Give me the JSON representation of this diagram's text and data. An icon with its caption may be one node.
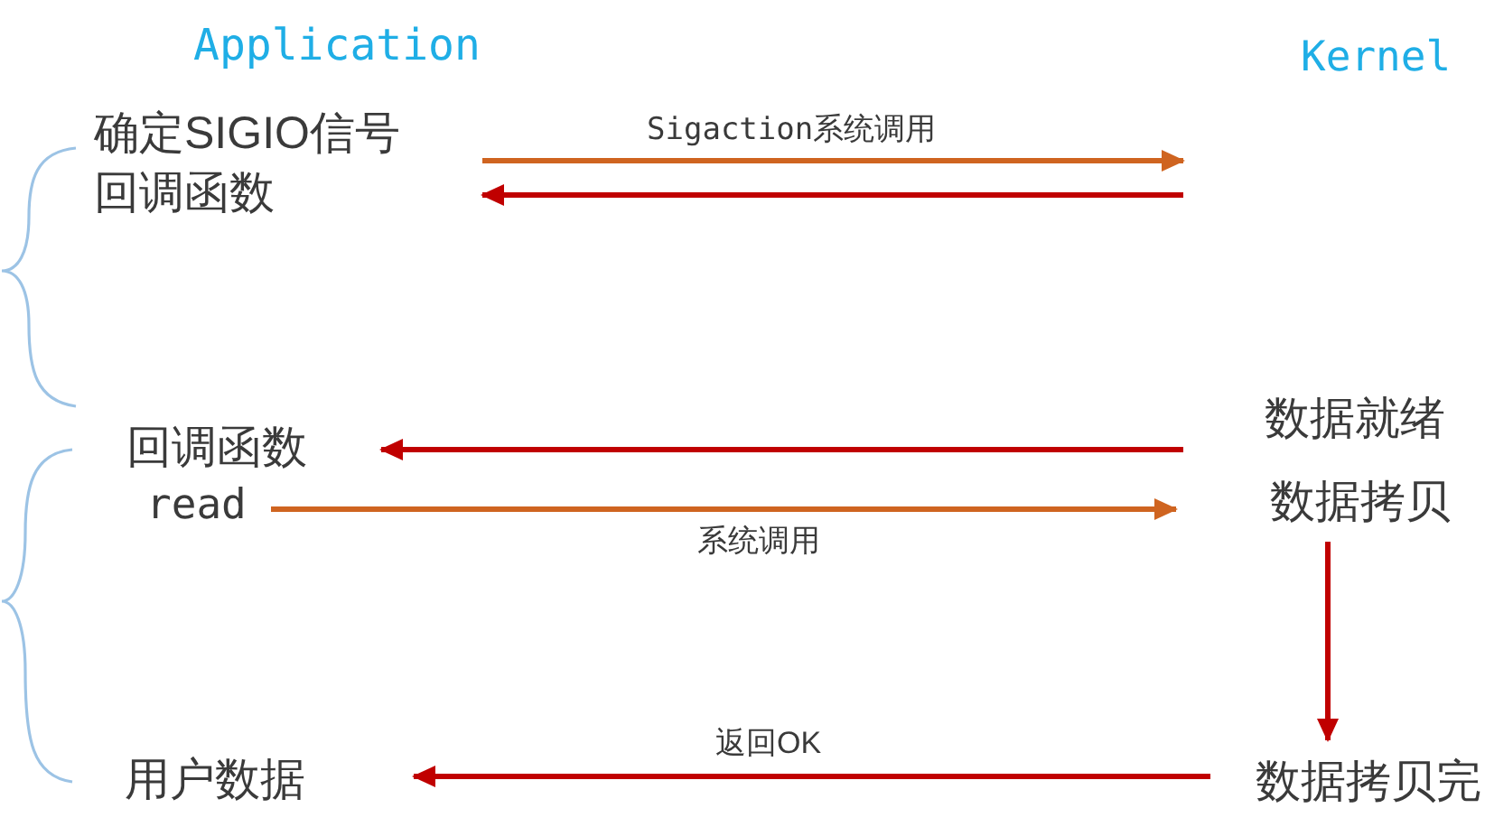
{
  "diagram": {
    "nodes": [
      {
        "text": [
          "确定SIGIO信号回调函数"
        ]
      },
      {
        "text": [
          "回调函数"
        ]
      },
      {
        "text": [
          "数据就绪"
        ]
      },
      {
        "text": [
          "read"
        ]
      },
      {
        "text": [
          "数据拷贝"
        ]
      },
      {
        "text": [
          "用户数据"
        ]
      },
      {
        "text": [
          "数据拷贝完"
        ]
      }
    ],
    "edges": [
      {
        "from": 0,
        "to": null,
        "arrow": "to",
        "label": "Sigaction系统调用",
        "color": "#cf6420"
      },
      {
        "from": null,
        "to": 0,
        "arrow": "to"
      },
      {
        "from": 2,
        "to": 1,
        "arrow": "to"
      },
      {
        "from": 3,
        "to": 4,
        "arrow": "to",
        "label": "系统调用",
        "color": "#cf6420"
      },
      {
        "from": 4,
        "to": 6,
        "arrow": "to"
      },
      {
        "from": 6,
        "to": 5,
        "arrow": "to",
        "label": "返回OK"
      }
    ],
    "labels": [
      "Application",
      "Kernel"
    ]
  }
}
